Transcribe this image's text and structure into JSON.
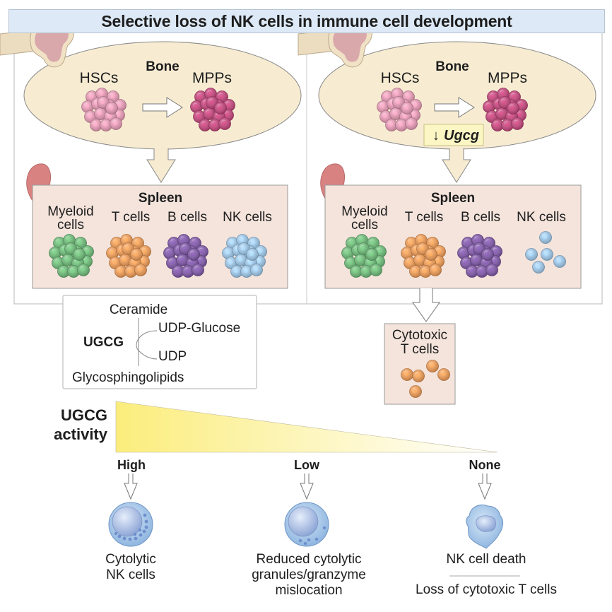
{
  "title": "Selective loss of NK cells in immune cell development",
  "panels": [
    {
      "id": "normal",
      "bone": {
        "label": "Bone",
        "from": "HSCs",
        "to": "MPPs"
      },
      "spleen": {
        "label": "Spleen",
        "populations": [
          {
            "label_line1": "Myeloid",
            "label_line2": "cells",
            "color": "#6dbb78",
            "count": "dense"
          },
          {
            "label_line1": "T cells",
            "label_line2": "",
            "color": "#ee9b55",
            "count": "dense"
          },
          {
            "label_line1": "B cells",
            "label_line2": "",
            "color": "#7e56a6",
            "count": "dense"
          },
          {
            "label_line1": "NK cells",
            "label_line2": "",
            "color": "#9ec8ea",
            "count": "dense"
          }
        ]
      }
    },
    {
      "id": "ugcg-deficient",
      "bone": {
        "label": "Bone",
        "from": "HSCs",
        "to": "MPPs",
        "annotation_arrow": "↓",
        "annotation_gene": "Ugcg"
      },
      "spleen": {
        "label": "Spleen",
        "populations": [
          {
            "label_line1": "Myeloid",
            "label_line2": "cells",
            "color": "#6dbb78",
            "count": "dense"
          },
          {
            "label_line1": "T cells",
            "label_line2": "",
            "color": "#ee9b55",
            "count": "dense"
          },
          {
            "label_line1": "B cells",
            "label_line2": "",
            "color": "#7e56a6",
            "count": "dense"
          },
          {
            "label_line1": "NK cells",
            "label_line2": "",
            "color": "#9ec8ea",
            "count": "sparse"
          }
        ]
      },
      "output": {
        "label_line1": "Cytotoxic",
        "label_line2": "T cells"
      }
    }
  ],
  "reaction": {
    "enzyme": "UGCG",
    "substrate": "Ceramide",
    "cosubstrate": "UDP-Glucose",
    "coproduct": "UDP",
    "product": "Glycosphingolipids"
  },
  "gradient": {
    "label_line1": "UGCG",
    "label_line2": "activity",
    "levels": [
      {
        "level": "High",
        "outcome": [
          "Cytolytic",
          "NK cells"
        ]
      },
      {
        "level": "Low",
        "outcome": [
          "Reduced cytolytic",
          "granules/granzyme",
          "mislocation"
        ]
      },
      {
        "level": "None",
        "outcome": [
          "NK cell death"
        ],
        "extra": "Loss of cytotoxic T cells"
      }
    ]
  },
  "colors": {
    "title_bg": "#dde9f6",
    "bone_bg": "#f7ecd2",
    "spleen_bg": "#f4e4dc",
    "hsc": "#e79ab5",
    "mpp": "#c2447a",
    "gradient_start": "#fbed7c",
    "gradient_end": "#ffffff",
    "ugcg_box": "#fbf6c4"
  }
}
